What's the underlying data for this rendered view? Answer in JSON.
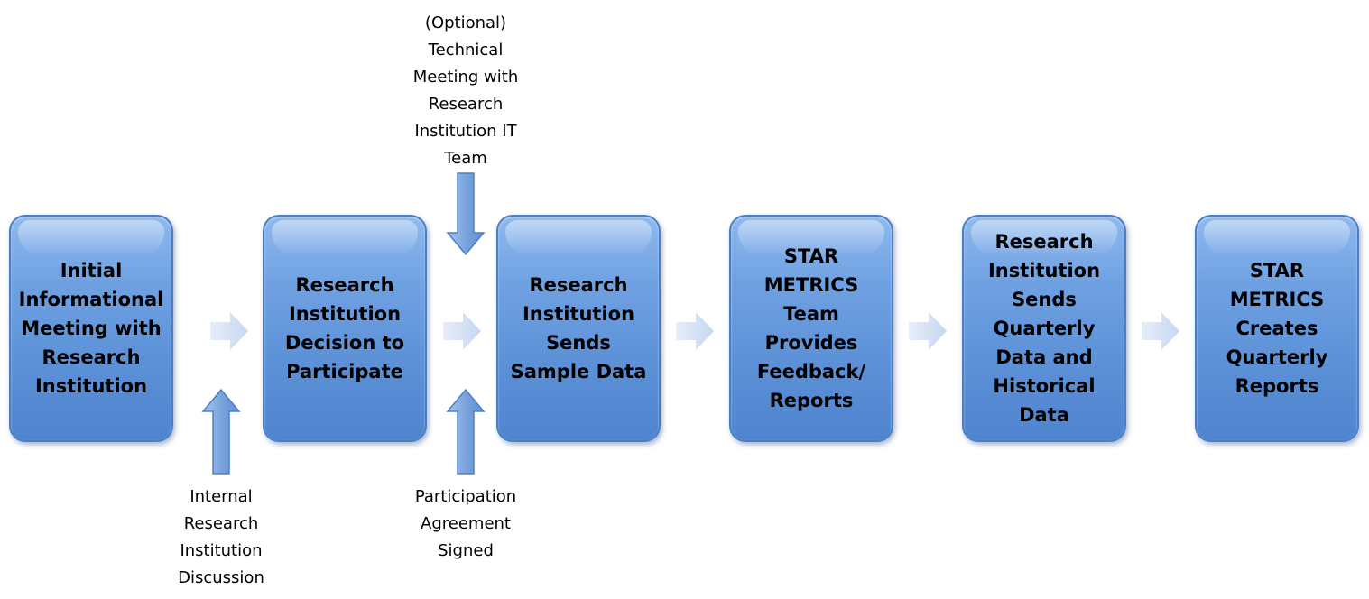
{
  "diagram": {
    "steps": [
      {
        "label": "Initial\nInformational\nMeeting with\nResearch\nInstitution"
      },
      {
        "label": "Research\nInstitution\nDecision to\nParticipate"
      },
      {
        "label": "Research\nInstitution\nSends\nSample Data"
      },
      {
        "label": "STAR\nMETRICS\nTeam\nProvides\nFeedback/\nReports"
      },
      {
        "label": "Research\nInstitution\nSends\nQuarterly\nData and\nHistorical\nData"
      },
      {
        "label": "STAR\nMETRICS\nCreates\nQuarterly\nReports"
      }
    ],
    "notes": {
      "technical_meeting": "(Optional)\nTechnical\nMeeting with\nResearch\nInstitution IT\nTeam",
      "internal_discussion": "Internal\nResearch\nInstitution\nDiscussion",
      "agreement_signed": "Participation\nAgreement\nSigned"
    },
    "colors": {
      "box_fill": "#6fa1e2",
      "box_border": "#4a7fc8",
      "connector": "#d6e3f5",
      "callout_arrow": "#7aa3db"
    }
  }
}
